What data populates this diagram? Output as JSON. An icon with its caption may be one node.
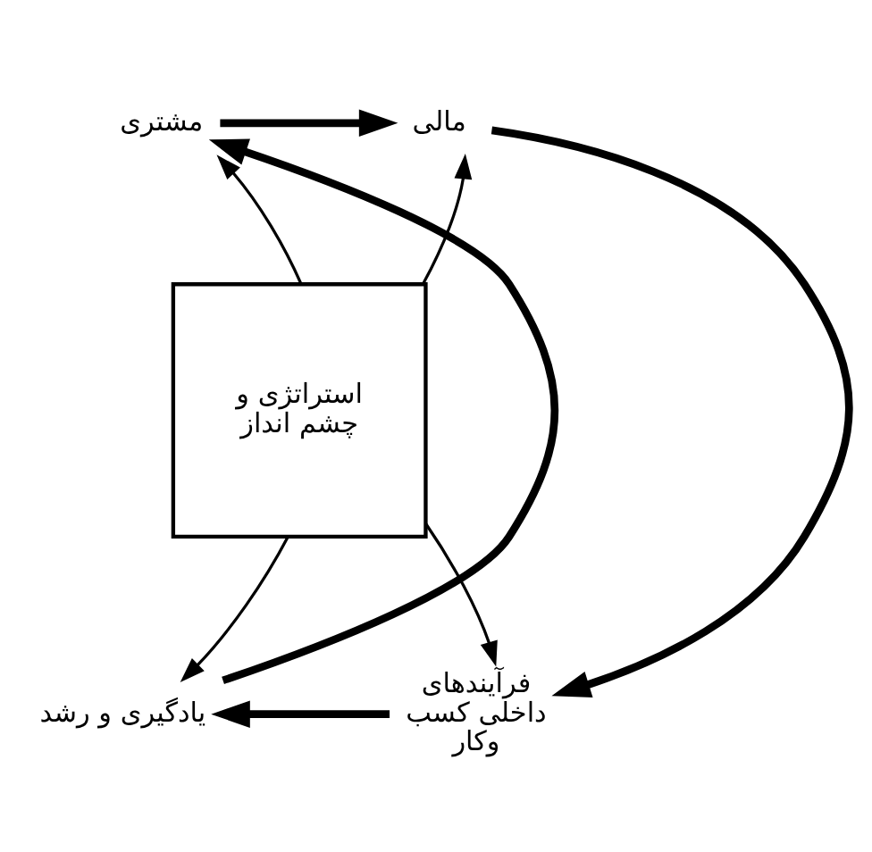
{
  "diagram": {
    "nodes": [
      {
        "text": [
          "مشتری"
        ]
      },
      {
        "text": [
          "مالی"
        ]
      },
      {
        "text": [
          "استراتژی و چشم انداز"
        ]
      },
      {
        "text": [
          "یادگیری و رشد"
        ]
      },
      {
        "text": [
          "فرآیندهای داخلی کسب وکار"
        ]
      }
    ],
    "edges": [
      {
        "from": 0,
        "to": 1,
        "arrow": "to",
        "style": "thick"
      },
      {
        "from": 1,
        "to": 4,
        "arrow": "to",
        "style": "thick"
      },
      {
        "from": 4,
        "to": 3,
        "arrow": "to",
        "style": "thick"
      },
      {
        "from": 3,
        "to": 0,
        "arrow": "to",
        "style": "thick"
      },
      {
        "from": 2,
        "to": 0,
        "arrow": "to"
      },
      {
        "from": 2,
        "to": 1,
        "arrow": "to"
      },
      {
        "from": 2,
        "to": 3,
        "arrow": "to"
      },
      {
        "from": 2,
        "to": 4,
        "arrow": "to"
      }
    ]
  }
}
